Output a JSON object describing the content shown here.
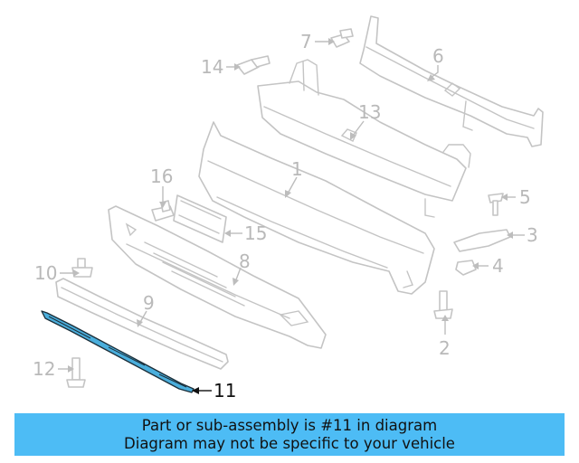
{
  "callouts": {
    "c1": "1",
    "c2": "2",
    "c3": "3",
    "c4": "4",
    "c5": "5",
    "c6": "6",
    "c7": "7",
    "c8": "8",
    "c9": "9",
    "c10": "10",
    "c11": "11",
    "c12": "12",
    "c13": "13",
    "c14": "14",
    "c15": "15",
    "c16": "16"
  },
  "highlight": {
    "part": "11",
    "color": "#4aaedc"
  },
  "banner": {
    "line1": "Part or sub-assembly is #11 in diagram",
    "line2": "Diagram may not be specific to your vehicle",
    "background": "#4dbcf5"
  }
}
